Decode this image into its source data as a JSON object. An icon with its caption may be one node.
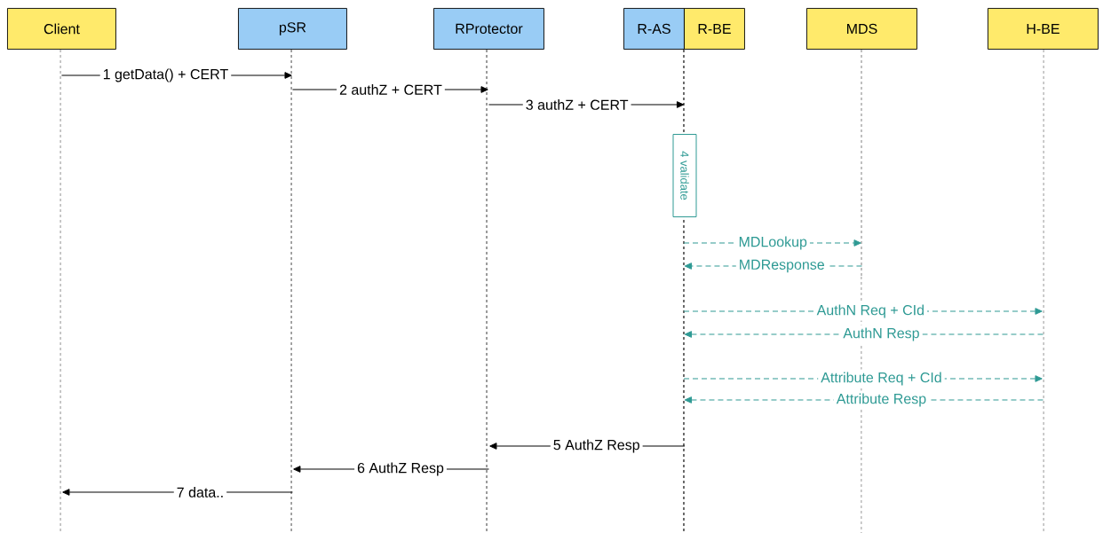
{
  "diagram": {
    "nodes": [
      {
        "text": [
          "Client"
        ]
      },
      {
        "text": [
          "pSR"
        ]
      },
      {
        "text": [
          "RProtector"
        ]
      },
      {
        "text": [
          "R-AS"
        ]
      },
      {
        "text": [
          "R-BE"
        ]
      },
      {
        "text": [
          "MDS"
        ]
      },
      {
        "text": [
          "H-BE"
        ]
      },
      {
        "text": [
          "4 validate"
        ]
      }
    ],
    "edges": [
      {
        "from": 0,
        "to": 1,
        "arrow": "to",
        "label": "1 getData() + CERT"
      },
      {
        "from": 1,
        "to": 2,
        "arrow": "to",
        "label": "2 authZ + CERT"
      },
      {
        "from": 2,
        "to": 3,
        "arrow": "to",
        "label": "3 authZ + CERT"
      },
      {
        "from": 4,
        "to": 5,
        "arrow": "to",
        "label": "MDLookup",
        "style": "dashed",
        "color": "#2e9a94"
      },
      {
        "from": 5,
        "to": 4,
        "arrow": "to",
        "label": "MDResponse",
        "style": "dashed",
        "color": "#2e9a94"
      },
      {
        "from": 4,
        "to": 6,
        "arrow": "to",
        "label": "AuthN Req + CId",
        "style": "dashed",
        "color": "#2e9a94"
      },
      {
        "from": 6,
        "to": 4,
        "arrow": "to",
        "label": "AuthN Resp",
        "style": "dashed",
        "color": "#2e9a94"
      },
      {
        "from": 4,
        "to": 6,
        "arrow": "to",
        "label": "Attribute Req + CId",
        "style": "dashed",
        "color": "#2e9a94"
      },
      {
        "from": 6,
        "to": 4,
        "arrow": "to",
        "label": "Attribute Resp",
        "style": "dashed",
        "color": "#2e9a94"
      },
      {
        "from": 3,
        "to": 2,
        "arrow": "to",
        "label": "5 AuthZ Resp"
      },
      {
        "from": 2,
        "to": 1,
        "arrow": "to",
        "label": "6 AuthZ Resp"
      },
      {
        "from": 1,
        "to": 0,
        "arrow": "to",
        "label": "7 data.."
      }
    ]
  }
}
